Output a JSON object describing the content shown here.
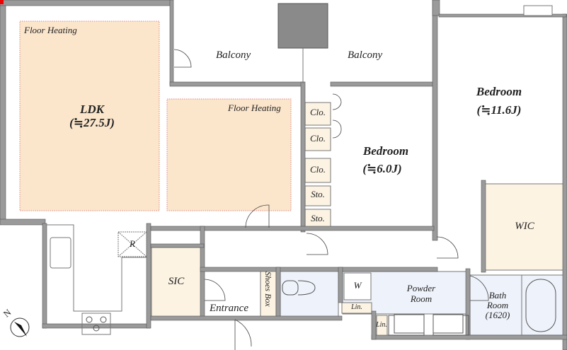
{
  "rooms": {
    "ldk": {
      "name": "LDK",
      "size": "(≒27.5J)"
    },
    "floor_heating_1": "Floor Heating",
    "floor_heating_2": "Floor Heating",
    "balcony_left": "Balcony",
    "balcony_right": "Balcony",
    "bedroom_main": {
      "name": "Bedroom",
      "size": "(≒11.6J)"
    },
    "bedroom_small": {
      "name": "Bedroom",
      "size": "(≒6.0J)"
    },
    "closets": [
      "Clo.",
      "Clo.",
      "Clo."
    ],
    "storage": [
      "Sto.",
      "Sto."
    ],
    "wic": "WIC",
    "refrigerator": "R",
    "sic": "SIC",
    "entrance": "Entrance",
    "shoes_box": "Shoes Box",
    "washer": "W",
    "powder_room": {
      "line1": "Powder",
      "line2": "Room"
    },
    "linen": [
      "Lin.",
      "Lin."
    ],
    "bath_room": {
      "line1": "Bath",
      "line2": "Room",
      "line3": "(1620)"
    }
  },
  "compass": {
    "label": "N"
  },
  "colors": {
    "floor_heating": "#fbe6cc",
    "storage": "#fcf3e3",
    "wet_area": "#eef2fa",
    "wall": "#9a9a9a"
  }
}
